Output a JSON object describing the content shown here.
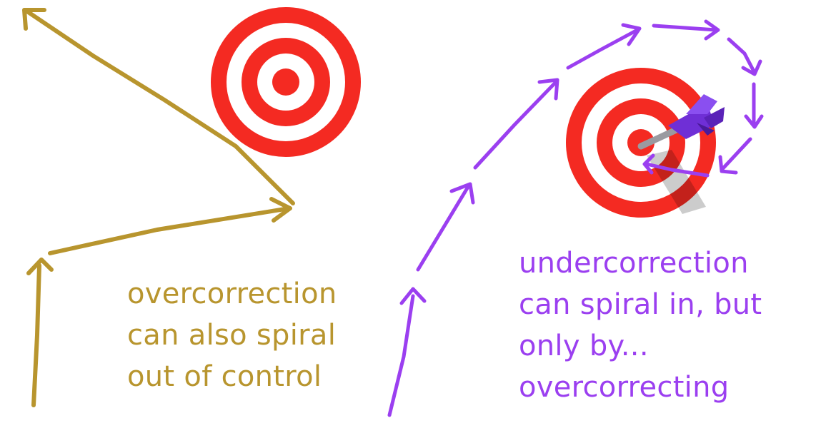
{
  "colors": {
    "overcorrection": "#b8952e",
    "undercorrection": "#9b3ff0",
    "target_red": "#f42a22",
    "target_white": "#ffffff",
    "dart_purple": "#6f2fd6",
    "dart_shaft": "#9a9aa0"
  },
  "left_panel": {
    "caption_lines": [
      "overcorrection",
      "can also spiral",
      "out of control"
    ],
    "target_icon": "bullseye-icon"
  },
  "right_panel": {
    "caption_lines": [
      "undercorrection",
      "can spiral in, but",
      "only by...",
      "overcorrecting"
    ],
    "target_icon": "bullseye-icon",
    "dart_icon": "dart-icon"
  }
}
